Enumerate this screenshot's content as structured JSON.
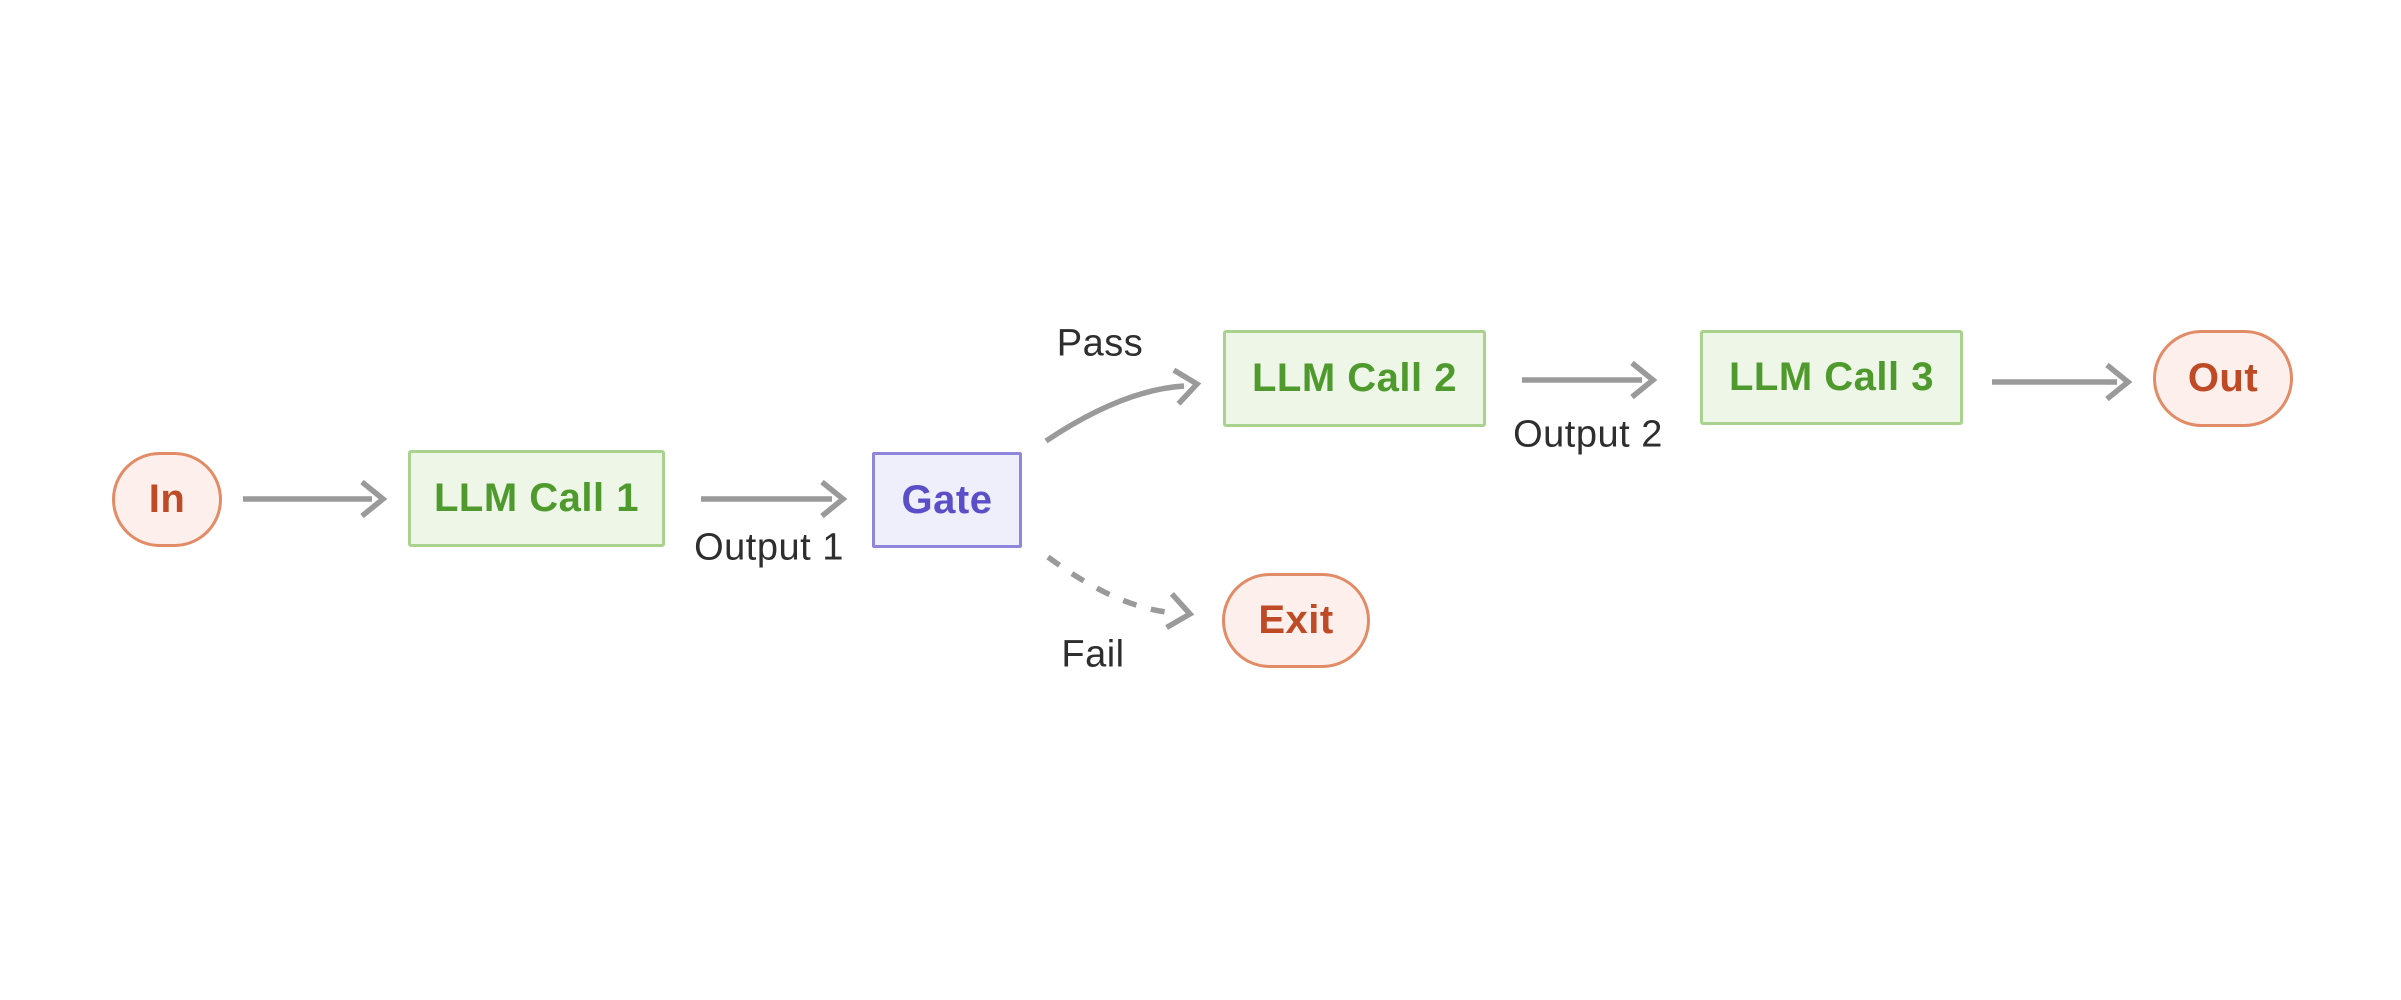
{
  "diagram": {
    "title": "",
    "nodes": {
      "in": {
        "label": "In",
        "type": "terminal"
      },
      "llm1": {
        "label": "LLM Call 1",
        "type": "process"
      },
      "gate": {
        "label": "Gate",
        "type": "gate"
      },
      "llm2": {
        "label": "LLM Call 2",
        "type": "process"
      },
      "llm3": {
        "label": "LLM Call 3",
        "type": "process"
      },
      "out": {
        "label": "Out",
        "type": "terminal"
      },
      "exit": {
        "label": "Exit",
        "type": "terminal"
      }
    },
    "edge_labels": {
      "output1": "Output 1",
      "output2": "Output 2",
      "pass": "Pass",
      "fail": "Fail"
    },
    "edges": [
      {
        "from": "in",
        "to": "llm1",
        "style": "solid",
        "label": ""
      },
      {
        "from": "llm1",
        "to": "gate",
        "style": "solid",
        "label": "Output 1"
      },
      {
        "from": "gate",
        "to": "llm2",
        "style": "solid-curved",
        "label": "Pass"
      },
      {
        "from": "gate",
        "to": "exit",
        "style": "dashed-curved",
        "label": "Fail"
      },
      {
        "from": "llm2",
        "to": "llm3",
        "style": "solid",
        "label": "Output 2"
      },
      {
        "from": "llm3",
        "to": "out",
        "style": "solid",
        "label": ""
      }
    ],
    "colors": {
      "canvas_bg": "#ffffff",
      "process_bg": "#edf6e7",
      "process_border": "#a8d28e",
      "process_text": "#4f9a2d",
      "gate_bg": "#efeefb",
      "gate_border": "#8d86da",
      "gate_text": "#5b4fc7",
      "terminal_bg": "#fdefeb",
      "terminal_border": "#e28b67",
      "terminal_text": "#bf4b26",
      "arrow": "#9a9a9a",
      "edge_label_text": "#2e2e2e"
    }
  }
}
